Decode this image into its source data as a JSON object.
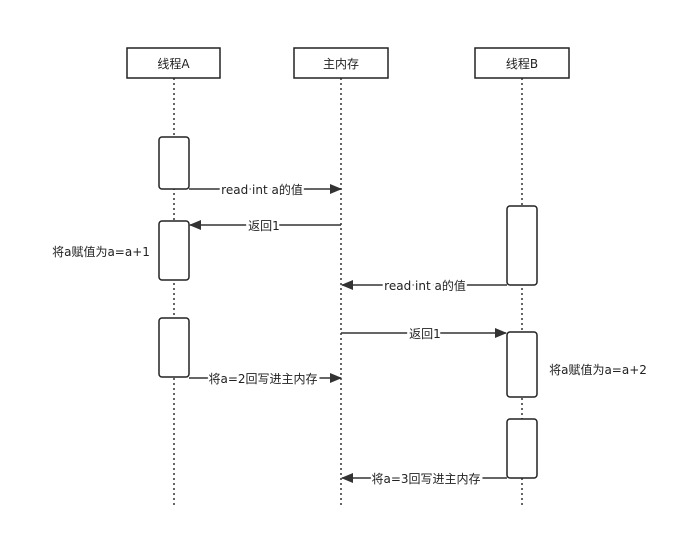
{
  "participants": [
    {
      "id": "A",
      "label": "线程A"
    },
    {
      "id": "M",
      "label": "主内存"
    },
    {
      "id": "B",
      "label": "线程B"
    }
  ],
  "messages": [
    {
      "from": "A",
      "to": "M",
      "label": "read int  a的值"
    },
    {
      "from": "M",
      "to": "A",
      "label": "返回1"
    },
    {
      "from": "B",
      "to": "M",
      "label": "read int  a的值"
    },
    {
      "from": "M",
      "to": "B",
      "label": "返回1"
    },
    {
      "from": "A",
      "to": "M",
      "label": "将a=2回写进主内存"
    },
    {
      "from": "B",
      "to": "M",
      "label": "将a=3回写进主内存"
    }
  ],
  "notes": [
    {
      "participant": "A",
      "label": "将a赋值为a=a+1"
    },
    {
      "participant": "B",
      "label": "将a赋值为a=a+2"
    }
  ]
}
